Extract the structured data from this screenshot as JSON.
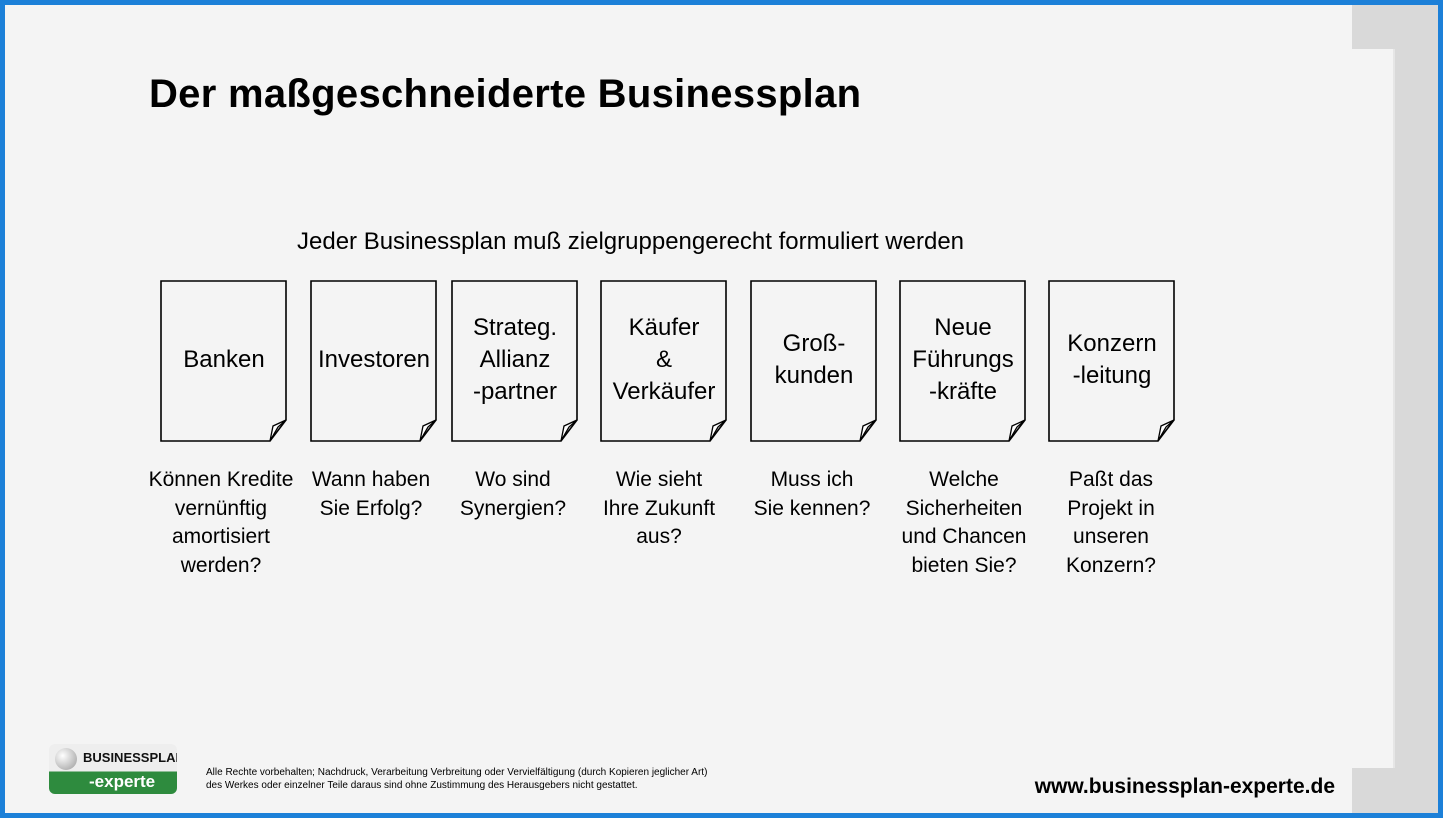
{
  "title": "Der maßgeschneiderte Businessplan",
  "subtitle": "Jeder Businessplan muß zielgruppengerecht formuliert werden",
  "groups": [
    {
      "label": [
        "Banken"
      ],
      "question": [
        "Können Kredite",
        "vernünftig",
        "amortisiert",
        "werden?"
      ]
    },
    {
      "label": [
        "Investoren"
      ],
      "question": [
        "Wann haben",
        "Sie Erfolg?"
      ]
    },
    {
      "label": [
        "Strateg.",
        "Allianz",
        "-partner"
      ],
      "question": [
        "Wo sind",
        "Synergien?"
      ]
    },
    {
      "label": [
        "Käufer",
        "&",
        "Verkäufer"
      ],
      "question": [
        "Wie sieht",
        "Ihre Zukunft",
        "aus?"
      ]
    },
    {
      "label": [
        "Groß-",
        "kunden"
      ],
      "question": [
        "Muss ich",
        "Sie kennen?"
      ]
    },
    {
      "label": [
        "Neue",
        "Führungs",
        "-kräfte"
      ],
      "question": [
        "Welche",
        "Sicherheiten",
        "und Chancen",
        "bieten Sie?"
      ]
    },
    {
      "label": [
        "Konzern",
        "-leitung"
      ],
      "question": [
        "Paßt das",
        "Projekt in",
        "unseren",
        "Konzern?"
      ]
    }
  ],
  "footer": {
    "logo_top": "BUSINESSPLAN",
    "logo_bottom": "-experte",
    "copyright_1": "Alle Rechte vorbehalten; Nachdruck, Verarbeitung Verbreitung oder Vervielfältigung (durch Kopieren jeglicher Art)",
    "copyright_2": "des Werkes oder einzelner Teile daraus sind ohne Zustimmung des Herausgebers nicht gestattet.",
    "url": "www.businessplan-experte.de"
  },
  "colors": {
    "frame": "#1c80d8",
    "background": "#f4f4f4",
    "logo_green": "#2e8b3e"
  }
}
